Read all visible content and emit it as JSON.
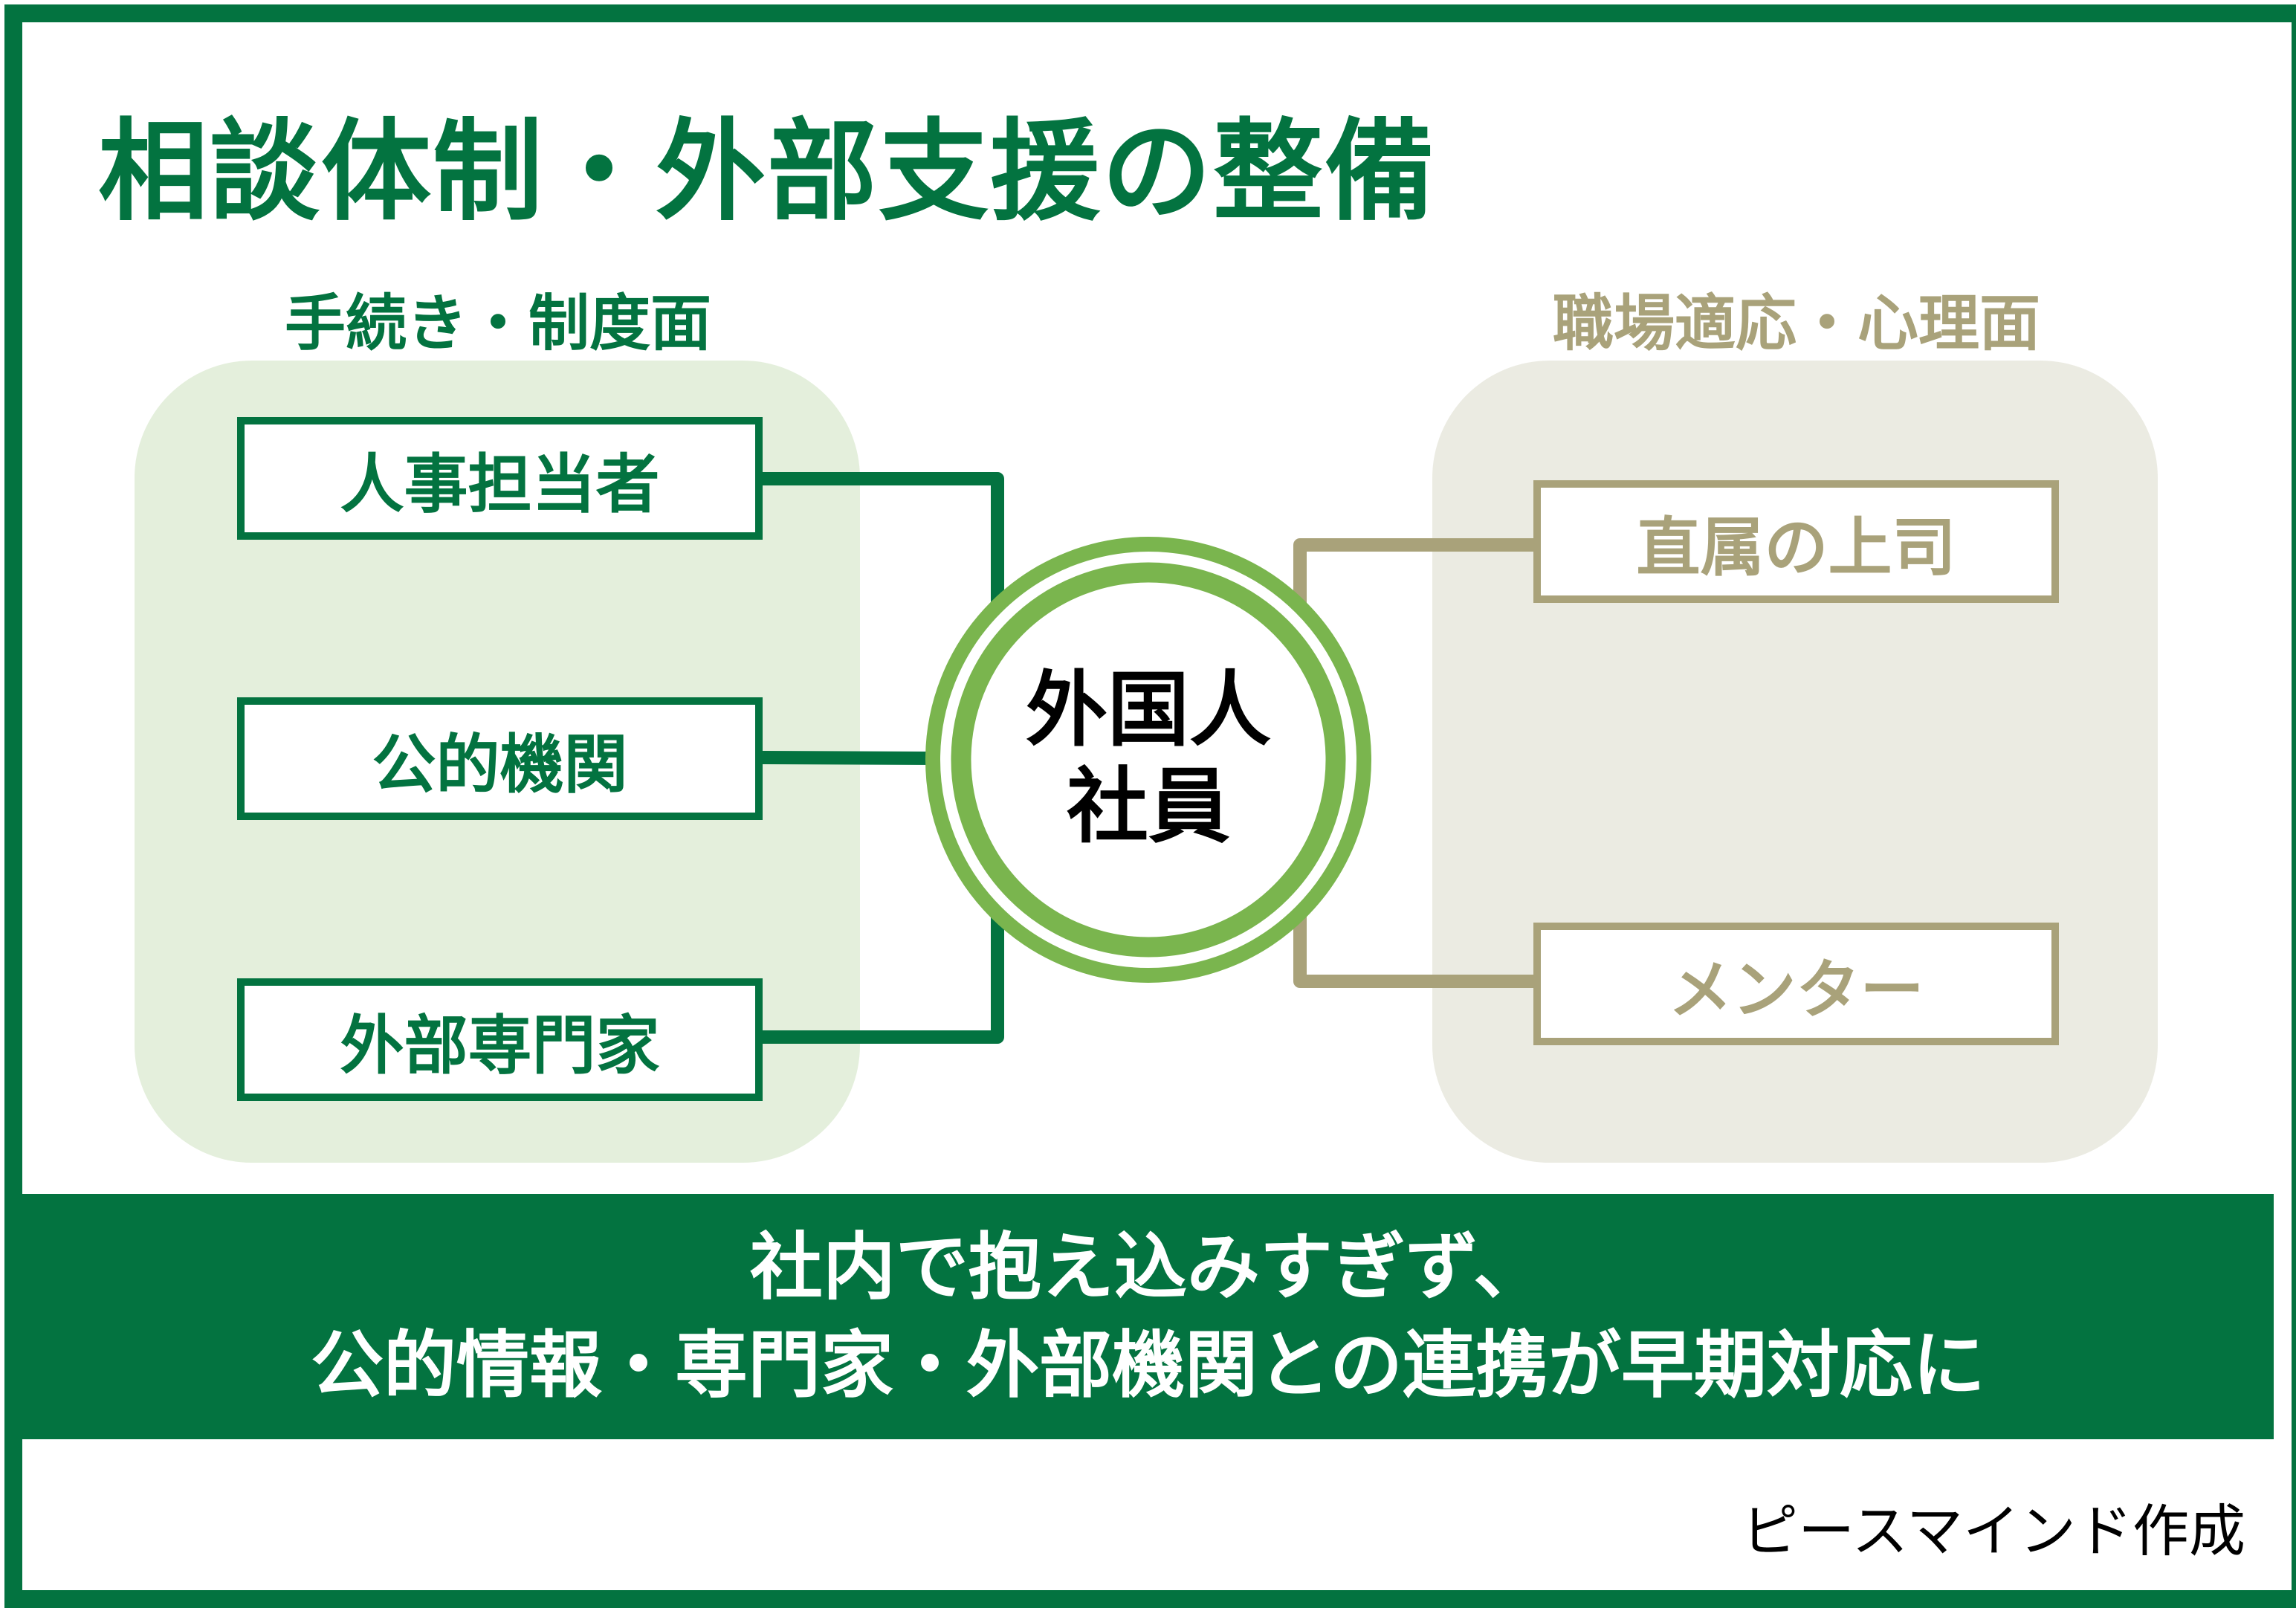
{
  "title": "相談体制・外部支援の整備",
  "left": {
    "label": "手続き・制度面",
    "items": [
      "人事担当者",
      "公的機関",
      "外部専門家"
    ]
  },
  "right": {
    "label": "職場適応・心理面",
    "items": [
      "直属の上司",
      "メンター"
    ]
  },
  "center": {
    "line1": "外国人",
    "line2": "社員"
  },
  "banner": {
    "line1": "社内で抱え込みすぎず、",
    "line2": "公的情報・専門家・外部機関との連携が早期対応に"
  },
  "credit": "ピースマインド作成",
  "colors": {
    "dark_green": "#037340",
    "light_green": "#7ab54e",
    "khaki": "#a9a27a",
    "left_panel": "#e4efdc",
    "right_panel": "#ebebe2"
  }
}
